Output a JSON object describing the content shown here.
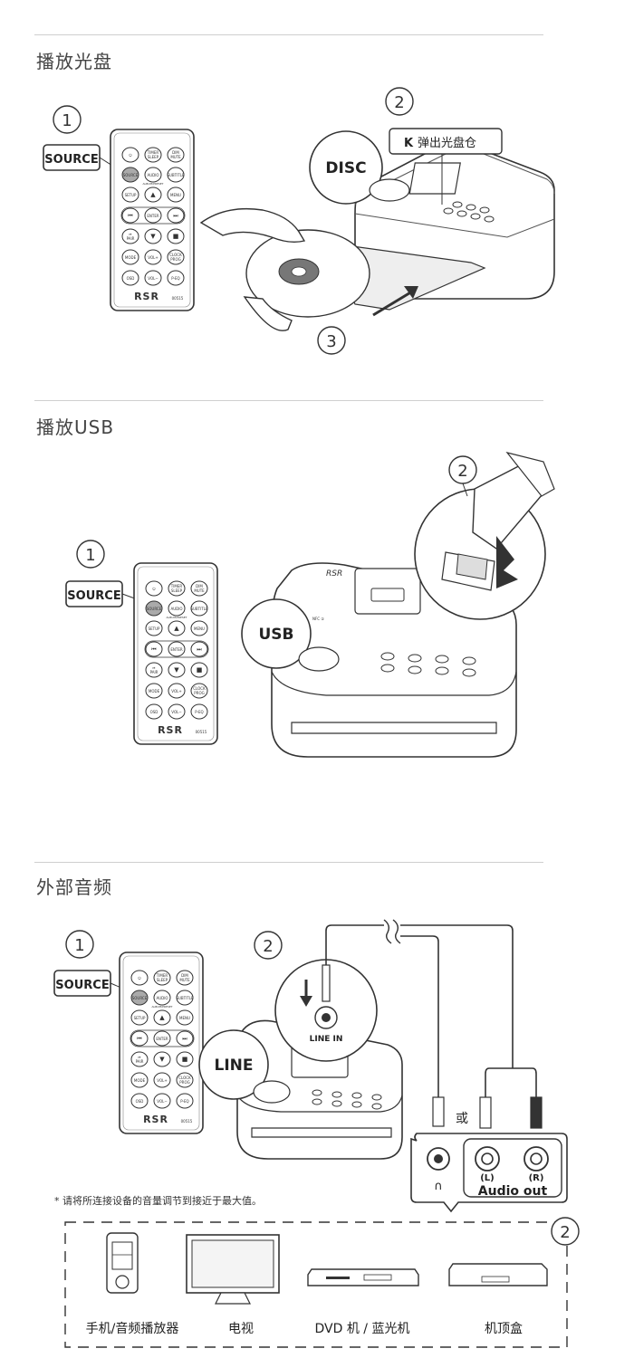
{
  "sections": {
    "disc": {
      "title": "播放光盘",
      "step1": "1",
      "step2": "2",
      "step3": "3",
      "source_label": "SOURCE",
      "disc_label": "DISC",
      "eject_key": "K",
      "eject_text": "弹出光盘仓"
    },
    "usb": {
      "title": "播放USB",
      "step1": "1",
      "step2": "2",
      "source_label": "SOURCE",
      "usb_label": "USB",
      "device_brand": "RSR",
      "nfc_label": "NFC ①"
    },
    "aux": {
      "title": "外部音频",
      "step1": "1",
      "step2": "2",
      "step2_devices": "2",
      "source_label": "SOURCE",
      "line_label": "LINE",
      "line_in_label": "LINE IN",
      "or_label": "或",
      "left_label": "(L)",
      "right_label": "(R)",
      "audio_out_label": "Audio out",
      "note": "* 请将所连接设备的音量调节到接近于最大值。",
      "devices": [
        "手机/音频播放器",
        "电视",
        "DVD 机 / 蓝光机",
        "机顶盒"
      ]
    }
  },
  "remote": {
    "brand": "RSR",
    "model": "00515",
    "buttons": [
      "⏻",
      "TIMER SLEEP",
      "DIM MUTE",
      "SOURCE",
      "AUDIO",
      "SUBTITLE",
      "SETUP",
      "▲",
      "MENU",
      "⏮",
      "ENTER",
      "⏭",
      "⏯ PAIR",
      "▼",
      "■",
      "MODE",
      "VOL+",
      "CLOCK PROG",
      "OSD",
      "VOL−",
      "P-EQ"
    ],
    "mid_label": "ALBUM/PRESET"
  }
}
